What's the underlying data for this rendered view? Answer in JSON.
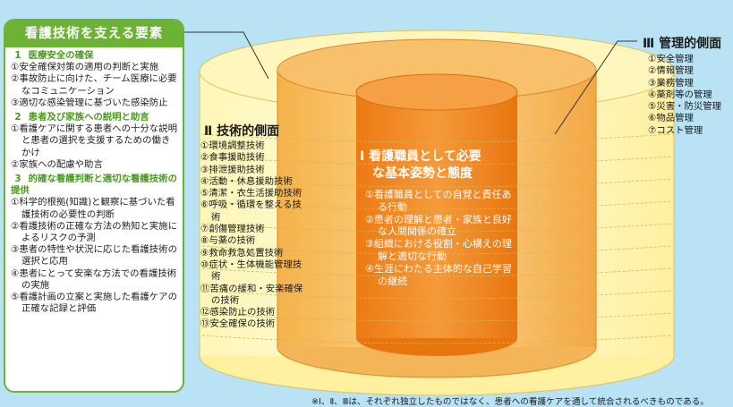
{
  "left_panel": {
    "title": "看護技術を支える要素",
    "sections": [
      {
        "num": "1",
        "title": "医療安全の確保",
        "items": [
          "①安全確保対策の適用の判断と実施",
          "②事故防止に向けた、チーム医療に必要なコミュニケーション",
          "③適切な感染管理に基づいた感染防止"
        ]
      },
      {
        "num": "2",
        "title": "患者及び家族への説明と助言",
        "items": [
          "①看護ケアに関する患者への十分な説明と患者の選択を支援するための働きかけ",
          "②家族への配慮や助言"
        ]
      },
      {
        "num": "3",
        "title": "的確な看護判断と適切な看護技術の提供",
        "items": [
          "①科学的根拠(知識)と観察に基づいた看護技術の必要性の判断",
          "②看護技術の正確な方法の熟知と実施によるリスクの予測",
          "③患者の特性や状況に応じた看護技術の選択と応用",
          "④患者にとって安楽な方法での看護技術の実施",
          "⑤看護計画の立案と実施した看護ケアの正確な記録と評価"
        ]
      }
    ]
  },
  "core": {
    "title_line1": "Ⅰ 看護職員として必要",
    "title_line2": "な基本姿勢と態度",
    "items": [
      "①看護職員としての自覚と責任ある行動",
      "②患者の理解と患者・家族と良好な人間関係の確立",
      "③組織における役割・心構えの理解と適切な行動",
      "④生涯にわたる主体的な自己学習の継続"
    ]
  },
  "technical": {
    "title": "Ⅱ 技術的側面",
    "items": [
      "①環境調整技術",
      "②食事援助技術",
      "③排泄援助技術",
      "④活動・休息援助技術",
      "⑤清潔・衣生活援助技術",
      "⑥呼吸・循環を整える技術",
      "⑦創傷管理技術",
      "⑧与薬の技術",
      "⑨救命救急処置技術",
      "⑩症状・生体機能管理技術",
      "⑪苦痛の緩和・安楽確保の技術",
      "⑫感染防止の技術",
      "⑬安全確保の技術"
    ]
  },
  "management": {
    "title": "Ⅲ 管理的側面",
    "items": [
      "①安全管理",
      "②情報管理",
      "③業務管理",
      "④薬剤等の管理",
      "⑤災害・防災管理",
      "⑥物品管理",
      "⑦コスト管理"
    ]
  },
  "footnote": "※Ⅰ、Ⅱ、Ⅲは、それぞれ独立したものではなく、患者への看護ケアを通して統合されるべきものである。",
  "colors": {
    "background": "#b9e3f5",
    "panel_green": "#6bb235",
    "outer_ring": "#fff3a8",
    "middle_ring": "#f7c268",
    "core": "#f08a1e"
  }
}
